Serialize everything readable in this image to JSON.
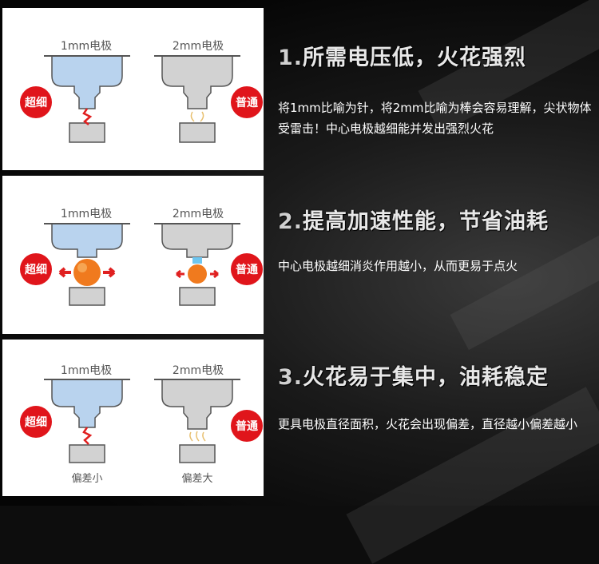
{
  "sections": [
    {
      "left_label": "1mm电极",
      "right_label": "2mm电极",
      "badge_left": "超细",
      "badge_right": "普通",
      "heading_num": "1.",
      "heading_text": "所需电压低，火花强烈",
      "desc": "将1mm比喻为针，将2mm比喻为棒会容易理解，尖状物体受雷击！中心电极越细能并发出强烈火花"
    },
    {
      "left_label": "1mm电极",
      "right_label": "2mm电极",
      "badge_left": "超细",
      "badge_right": "普通",
      "heading_num": "2.",
      "heading_text": "提高加速性能，节省油耗",
      "desc": "中心电极越细消炎作用越小，从而更易于点火"
    },
    {
      "left_label": "1mm电极",
      "right_label": "2mm电极",
      "badge_left": "超细",
      "badge_right": "普通",
      "caption_left": "偏差小",
      "caption_right": "偏差大",
      "heading_num": "3.",
      "heading_text": "火花易于集中，油耗稳定",
      "desc": "更具电极直径面积，火花会出现偏差，直径越小偏差越小"
    }
  ],
  "colors": {
    "badge_red": "#e0151b",
    "blue_electrode": "#b9d3ee",
    "grey_electrode": "#d2d2d2",
    "fireball": "#f07a1e",
    "arrow_red": "#e02020"
  }
}
